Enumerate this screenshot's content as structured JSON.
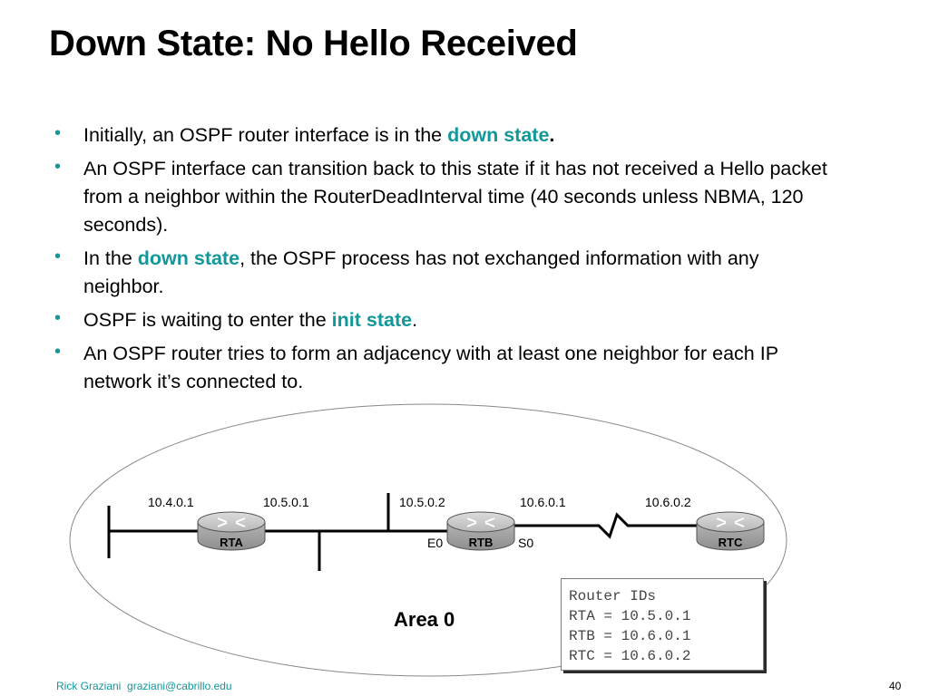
{
  "slide": {
    "title": "Down State: No Hello Received",
    "page_number": "40"
  },
  "bullets": [
    {
      "parts": [
        {
          "text": "Initially, an OSPF router interface is in the "
        },
        {
          "text": "down state",
          "highlight": true
        },
        {
          "text": ".",
          "bold": true
        }
      ]
    },
    {
      "parts": [
        {
          "text": "An OSPF interface can transition back to this state if it has not received a Hello packet from a neighbor within the RouterDeadInterval time (40 seconds unless NBMA, 120 seconds)."
        }
      ]
    },
    {
      "parts": [
        {
          "text": "In the "
        },
        {
          "text": "down state",
          "highlight": true
        },
        {
          "text": ", the OSPF process has not exchanged information with any neighbor."
        }
      ]
    },
    {
      "parts": [
        {
          "text": "OSPF is waiting to enter the "
        },
        {
          "text": "init state",
          "highlight": true
        },
        {
          "text": "."
        }
      ]
    },
    {
      "parts": [
        {
          "text": "An OSPF router tries to form an adjacency with at least one neighbor for each IP network it’s connected to."
        }
      ]
    }
  ],
  "diagram": {
    "area_label": "Area 0",
    "routers": {
      "rta": "RTA",
      "rtb": "RTB",
      "rtc": "RTC"
    },
    "addresses": {
      "rta_left": "10.4.0.1",
      "rta_right": "10.5.0.1",
      "rtb_left": "10.5.0.2",
      "rtb_right": "10.6.0.1",
      "rtc": "10.6.0.2"
    },
    "interfaces": {
      "e0": "E0",
      "s0": "S0"
    },
    "router_ids": {
      "heading": "Router IDs",
      "rta": "RTA = 10.5.0.1",
      "rtb": "RTB = 10.6.0.1",
      "rtc": "RTC = 10.6.0.2"
    }
  },
  "footer": {
    "author": "Rick Graziani",
    "email": "graziani@cabrillo.edu"
  },
  "colors": {
    "accent": "#12979a",
    "router_body": "#a8a8a8",
    "router_top": "#c8c8c8"
  }
}
